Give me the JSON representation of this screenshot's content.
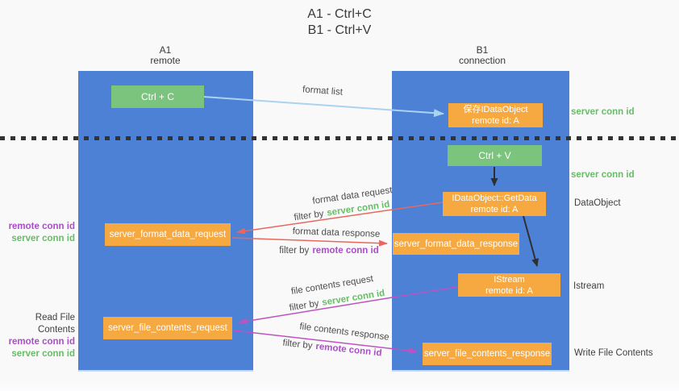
{
  "title": {
    "line1": "A1 - Ctrl+C",
    "line2": "B1 - Ctrl+V"
  },
  "lifelines": {
    "a1": {
      "name": "A1",
      "role": "remote"
    },
    "b1": {
      "name": "B1",
      "role": "connection"
    }
  },
  "nodes": {
    "ctrl_c": {
      "label": "Ctrl + C"
    },
    "save_dataobject": {
      "line1": "保存IDataObject",
      "line2": "remote id: A"
    },
    "ctrl_v": {
      "label": "Ctrl + V"
    },
    "getdata": {
      "line1": "IDataObject::GetData",
      "line2": "remote id: A"
    },
    "format_request": {
      "label": "server_format_data_request"
    },
    "format_response": {
      "label": "server_format_data_response"
    },
    "istream": {
      "line1": "IStream",
      "line2": "remote id: A"
    },
    "file_request": {
      "label": "server_file_contents_request"
    },
    "file_response": {
      "label": "server_file_contents_response"
    }
  },
  "arrows": {
    "format_list": {
      "label": "format list"
    },
    "format_data_request": {
      "label": "format data request",
      "filter_prefix": "filter by",
      "filter_key": "server conn id"
    },
    "format_data_response": {
      "label": "format data response",
      "filter_prefix": "filter by",
      "filter_key": "remote conn id"
    },
    "file_contents_request": {
      "label": "file contents request",
      "filter_prefix": "filter by",
      "filter_key": "server conn id"
    },
    "file_contents_response": {
      "label": "file contents response",
      "filter_prefix": "filter by",
      "filter_key": "remote conn id"
    }
  },
  "annotations": {
    "server_conn_id_top": "server conn id",
    "server_conn_id_mid": "server conn id",
    "dataobject": "DataObject",
    "istream": "Istream",
    "write_file_contents": "Write File Contents",
    "read_file_contents": "Read File Contents",
    "left_format": {
      "remote": "remote conn id",
      "server": "server conn id"
    },
    "left_file": {
      "remote": "remote conn id",
      "server": "server conn id"
    }
  },
  "colors": {
    "lifeline_blue": "#4d81d6",
    "node_orange": "#f7a941",
    "node_green": "#7ac47d",
    "green_text": "#67bd67",
    "purple_text": "#a94fc6",
    "red_arrow": "#e8685f",
    "magenta_arrow": "#bd53c0",
    "light_blue_arrow": "#a9d3ee",
    "black_arrow": "#2f2f2f",
    "background": "#f9f9f9"
  }
}
